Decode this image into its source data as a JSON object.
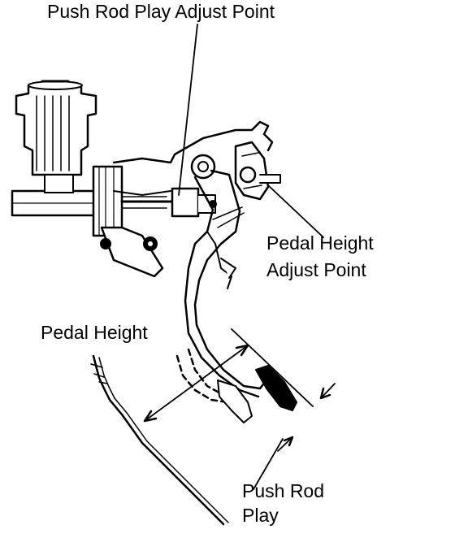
{
  "labels": {
    "push_rod_play_adjust_point": "Push Rod Play Adjust Point",
    "pedal_height_adjust_point_line1": "Pedal Height",
    "pedal_height_adjust_point_line2": "Adjust Point",
    "pedal_height": "Pedal Height",
    "push_rod_play_line1": "Push Rod",
    "push_rod_play_line2": "Play"
  },
  "colors": {
    "ink": "#000000",
    "paper": "#ffffff"
  }
}
